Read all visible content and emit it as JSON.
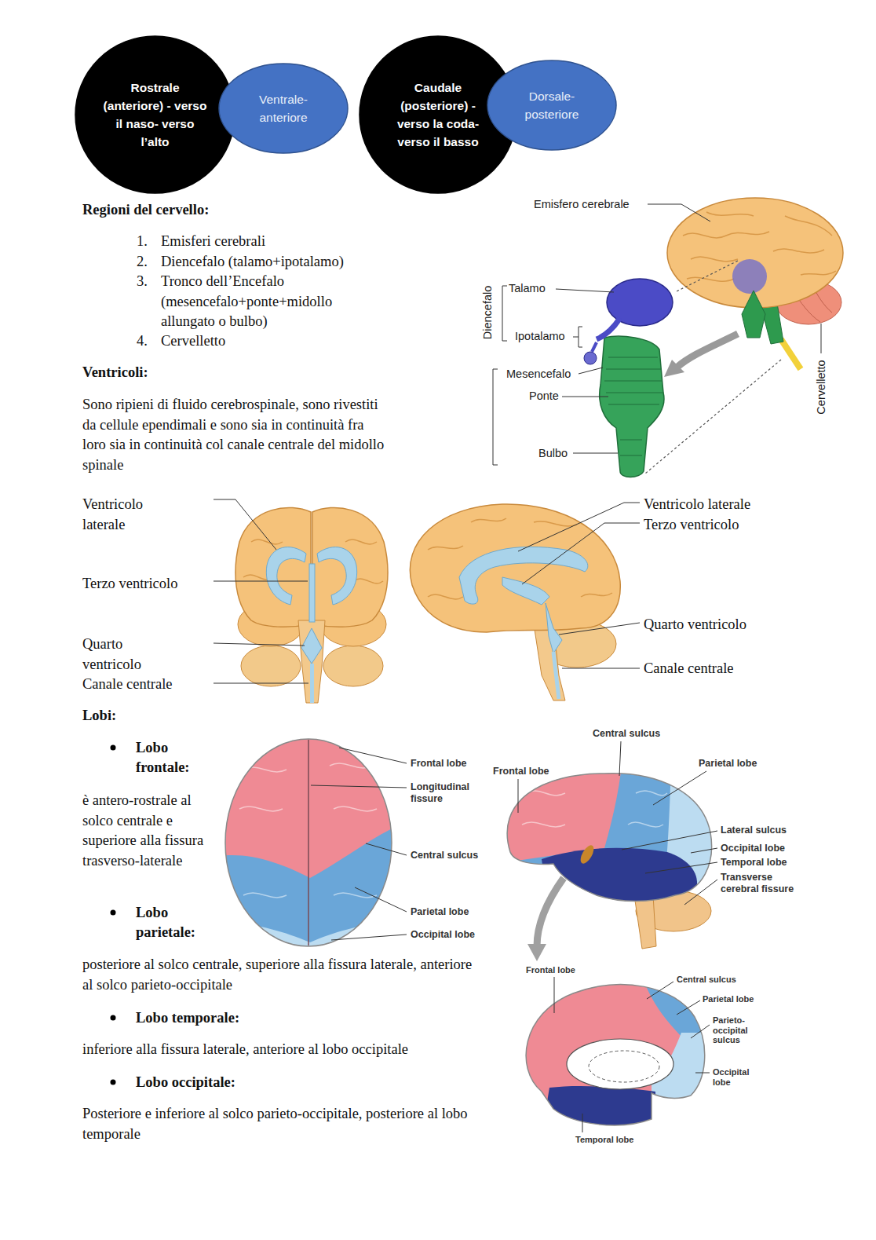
{
  "diagram": {
    "nodes": [
      {
        "text": [
          "Rostrale (anteriore) - verso il naso- verso l’alto"
        ]
      },
      {
        "text": [
          "Ventrale-anteriore"
        ]
      },
      {
        "text": [
          "Caudale (posteriore) - verso la coda- verso il basso"
        ]
      },
      {
        "text": [
          "Dorsale-posteriore"
        ]
      }
    ],
    "edges": [],
    "labels": [
      "Regioni del cervello:",
      "1.",
      "Emisferi cerebrali",
      "2.",
      "Diencefalo (talamo+ipotalamo)",
      "3.",
      "Tronco dell’Encefalo (mesencefalo+ponte+midollo allungato o bulbo)",
      "4.",
      "Cervelletto",
      "Ventricoli:",
      "Sono ripieni di fluido cerebrospinale, sono rivestiti da cellule ependimali e sono sia in continuità fra loro sia in continuità col canale centrale del midollo spinale",
      "Emisfero cerebrale",
      "Diencefalo",
      "Talamo",
      "Ipotalamo",
      "Mesencefalo",
      "Ponte",
      "Bulbo",
      "Cervelletto",
      "Ventricolo laterale",
      "Terzo ventricolo",
      "Quarto ventricolo",
      "Canale centrale",
      "Ventricolo laterale",
      "Terzo ventricolo",
      "Quarto ventricolo",
      "Canale centrale",
      "Lobi:",
      "Lobo frontale:",
      "è antero-rostrale al solco centrale e superiore alla fissura trasverso-laterale",
      "Lobo parietale:",
      "posteriore al solco centrale, superiore alla fissura laterale, anteriore al solco parieto-occipitale",
      "Lobo temporale:",
      "inferiore alla fissura laterale, anteriore al lobo occipitale",
      "Lobo occipitale:",
      "Posteriore e inferiore al solco parieto-occipitale, posteriore al lobo temporale",
      "Frontal lobe",
      "Longitudinal fissure",
      "Central sulcus",
      "Parietal lobe",
      "Occipital lobe",
      "Central sulcus",
      "Frontal lobe",
      "Parietal lobe",
      "Lateral sulcus",
      "Occipital lobe",
      "Temporal lobe",
      "Transverse cerebral fissure",
      "Frontal lobe",
      "Central sulcus",
      "Parietal lobe",
      "Parieto-occipital sulcus",
      "Occipital lobe",
      "Temporal lobe"
    ]
  }
}
